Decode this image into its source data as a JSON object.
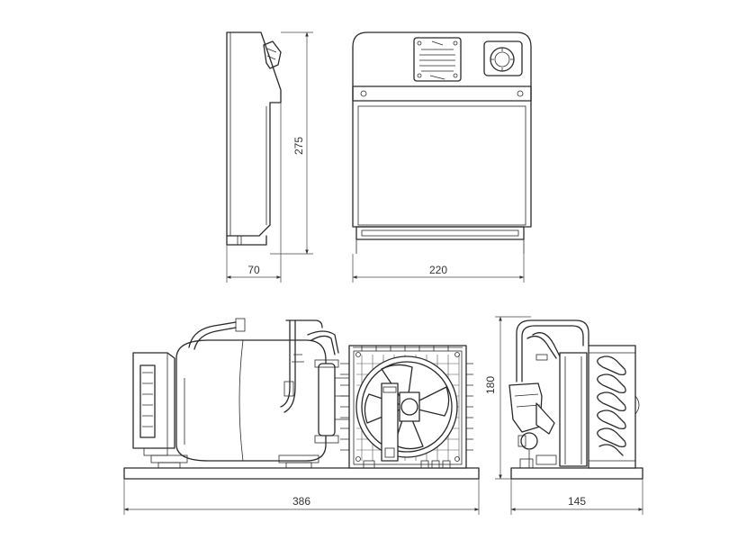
{
  "dimensions": {
    "side_depth": "70",
    "side_height": "275",
    "front_width": "220",
    "unit_length": "386",
    "unit_height": "180",
    "unit_depth": "145"
  }
}
